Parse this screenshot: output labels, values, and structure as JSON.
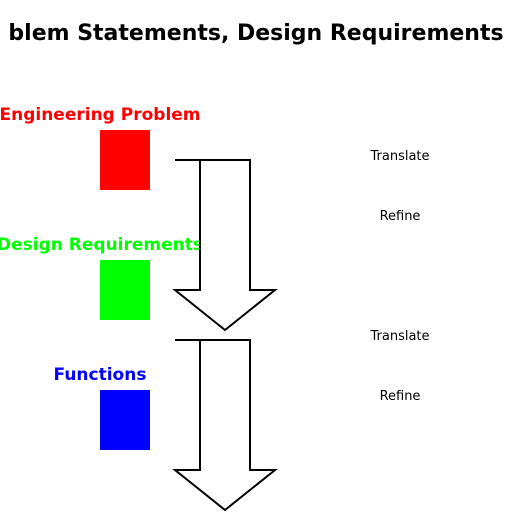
{
  "diagram": {
    "title": "blem Statements, Design Requirements",
    "stages": [
      {
        "label": "Engineering Problem",
        "color": "#ff0000"
      },
      {
        "label": "Design Requirements",
        "color": "#00ff00"
      },
      {
        "label": "Functions",
        "color": "#0000ff"
      }
    ],
    "transitions": [
      {
        "steps": [
          "Translate",
          "Refine"
        ]
      },
      {
        "steps": [
          "Translate",
          "Refine"
        ]
      }
    ]
  }
}
